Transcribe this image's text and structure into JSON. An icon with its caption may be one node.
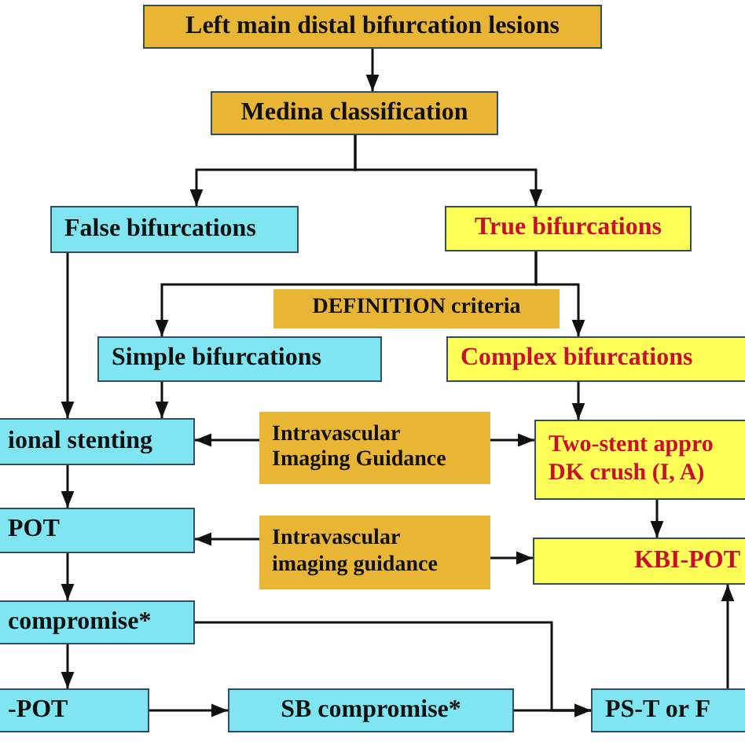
{
  "diagram": {
    "nodes": [
      {
        "text": [
          "Left main distal bifurcation lesions"
        ]
      },
      {
        "text": [
          "Medina classification"
        ]
      },
      {
        "text": [
          "False bifurcations"
        ]
      },
      {
        "text": [
          "True bifurcations"
        ]
      },
      {
        "text": [
          "DEFINITION criteria"
        ]
      },
      {
        "text": [
          "Simple bifurcations"
        ]
      },
      {
        "text": [
          "Complex bifurcations"
        ]
      },
      {
        "text": [
          "ional stenting"
        ]
      },
      {
        "text": [
          "Intravascular Imaging Guidance"
        ]
      },
      {
        "text": [
          "Two-stent appro DK crush (I, A)"
        ]
      },
      {
        "text": [
          "POT"
        ]
      },
      {
        "text": [
          "Intravascular imaging guidance"
        ]
      },
      {
        "text": [
          "KBI-POT"
        ]
      },
      {
        "text": [
          "compromise*"
        ]
      },
      {
        "text": [
          "-POT"
        ]
      },
      {
        "text": [
          "SB compromise*"
        ]
      },
      {
        "text": [
          "PS-T or F"
        ]
      }
    ],
    "edges": [
      {
        "from": 0,
        "to": 1,
        "arrow": "to"
      },
      {
        "from": 1,
        "to": 2,
        "arrow": "to"
      },
      {
        "from": 1,
        "to": 3,
        "arrow": "to"
      },
      {
        "from": 3,
        "to": 5,
        "arrow": "to"
      },
      {
        "from": 3,
        "to": 6,
        "arrow": "to"
      },
      {
        "from": 2,
        "to": 7,
        "arrow": "to"
      },
      {
        "from": 5,
        "to": 7,
        "arrow": "to"
      },
      {
        "from": 6,
        "to": 9,
        "arrow": "to"
      },
      {
        "from": 8,
        "to": 7,
        "arrow": "to"
      },
      {
        "from": 8,
        "to": 9,
        "arrow": "to"
      },
      {
        "from": 9,
        "to": 12,
        "arrow": "to"
      },
      {
        "from": 7,
        "to": 10,
        "arrow": "to"
      },
      {
        "from": 11,
        "to": 10,
        "arrow": "to"
      },
      {
        "from": 11,
        "to": 12,
        "arrow": "to"
      },
      {
        "from": 10,
        "to": 13,
        "arrow": "to"
      },
      {
        "from": 13,
        "to": 14,
        "arrow": "to"
      },
      {
        "from": 14,
        "to": 15,
        "arrow": "to"
      },
      {
        "from": 15,
        "to": 16,
        "arrow": "to"
      },
      {
        "from": 13,
        "to": 16,
        "arrow": "to"
      },
      {
        "from": 16,
        "to": 12,
        "arrow": "to"
      }
    ]
  }
}
